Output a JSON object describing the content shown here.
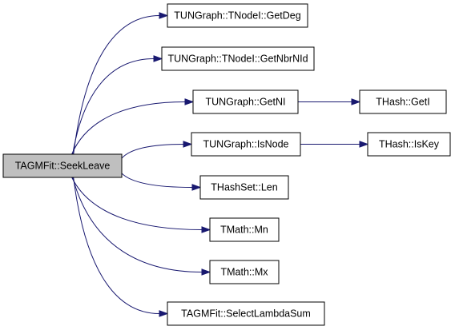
{
  "graph": {
    "root": {
      "id": "root",
      "label": "TAGMFit::SeekLeave",
      "highlighted": true
    },
    "nodes": [
      {
        "id": "n1",
        "label": "TUNGraph::TNodeI::GetDeg"
      },
      {
        "id": "n2",
        "label": "TUNGraph::TNodeI::GetNbrNId"
      },
      {
        "id": "n3",
        "label": "TUNGraph::GetNI"
      },
      {
        "id": "n4",
        "label": "TUNGraph::IsNode"
      },
      {
        "id": "n5",
        "label": "THashSet::Len"
      },
      {
        "id": "n6",
        "label": "TMath::Mn"
      },
      {
        "id": "n7",
        "label": "TMath::Mx"
      },
      {
        "id": "n8",
        "label": "TAGMFit::SelectLambdaSum"
      },
      {
        "id": "n9",
        "label": "THash::GetI"
      },
      {
        "id": "n10",
        "label": "THash::IsKey"
      }
    ],
    "edges": [
      {
        "from": "root",
        "to": "n1"
      },
      {
        "from": "root",
        "to": "n2"
      },
      {
        "from": "root",
        "to": "n3"
      },
      {
        "from": "root",
        "to": "n4"
      },
      {
        "from": "root",
        "to": "n5"
      },
      {
        "from": "root",
        "to": "n6"
      },
      {
        "from": "root",
        "to": "n7"
      },
      {
        "from": "root",
        "to": "n8"
      },
      {
        "from": "n3",
        "to": "n9"
      },
      {
        "from": "n4",
        "to": "n10"
      }
    ],
    "colors": {
      "edge": "#191970",
      "root_fill": "#bfbfbf",
      "node_fill": "#ffffff",
      "node_stroke": "#000000"
    }
  }
}
